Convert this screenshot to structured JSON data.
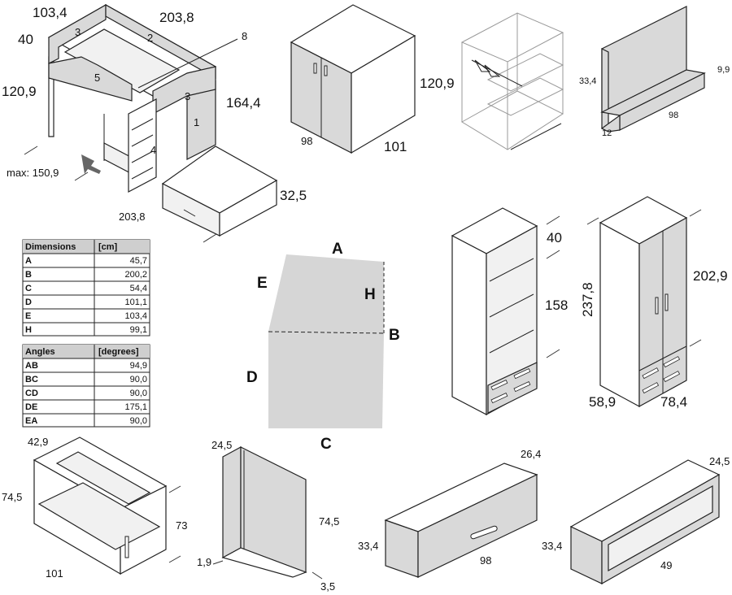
{
  "bunk_bed": {
    "width_label": "103,4",
    "top_length_label": "203,8",
    "left_label": "40",
    "height_label": "120,9",
    "ladder_label": "8",
    "side_height_label": "164,4",
    "bottom_length_label": "203,8",
    "drawer_height_label": "32,5",
    "max_label": "max: 150,9",
    "part_labels": [
      "3",
      "2",
      "5",
      "3",
      "1",
      "4"
    ]
  },
  "cabinet": {
    "height": "120,9",
    "depth": "98",
    "width": "101"
  },
  "bookcase_insert": {
    "height": "33,4",
    "depth": "9,9",
    "width": "98",
    "thickness": "12"
  },
  "dimensions_table": {
    "headers": [
      "Dimensions",
      "[cm]"
    ],
    "rows": [
      {
        "key": "A",
        "value": "45,7"
      },
      {
        "key": "B",
        "value": "200,2"
      },
      {
        "key": "C",
        "value": "54,4"
      },
      {
        "key": "D",
        "value": "101,1"
      },
      {
        "key": "E",
        "value": "103,4"
      },
      {
        "key": "H",
        "value": "99,1"
      }
    ]
  },
  "angles_table": {
    "headers": [
      "Angles",
      "[degrees]"
    ],
    "rows": [
      {
        "key": "AB",
        "value": "94,9"
      },
      {
        "key": "BC",
        "value": "90,0"
      },
      {
        "key": "CD",
        "value": "90,0"
      },
      {
        "key": "DE",
        "value": "175,1"
      },
      {
        "key": "EA",
        "value": "90,0"
      }
    ]
  },
  "shape_labels": {
    "A": "A",
    "B": "B",
    "C": "C",
    "D": "D",
    "E": "E",
    "H": "H"
  },
  "open_shelf": {
    "depth": "40",
    "height": "158"
  },
  "wardrobe": {
    "height": "237,8",
    "inner_height": "202,9",
    "depth": "58,9",
    "width": "78,4"
  },
  "desk": {
    "depth": "42,9",
    "height": "74,5",
    "inner_height": "73",
    "width": "101"
  },
  "corner_panel": {
    "depth": "24,5",
    "height": "74,5",
    "thickness_a": "1,9",
    "thickness_b": "3,5"
  },
  "wall_cabinet": {
    "depth": "26,4",
    "height": "33,4",
    "width": "98"
  },
  "wall_shelf": {
    "depth": "24,5",
    "height": "33,4",
    "width": "49"
  }
}
